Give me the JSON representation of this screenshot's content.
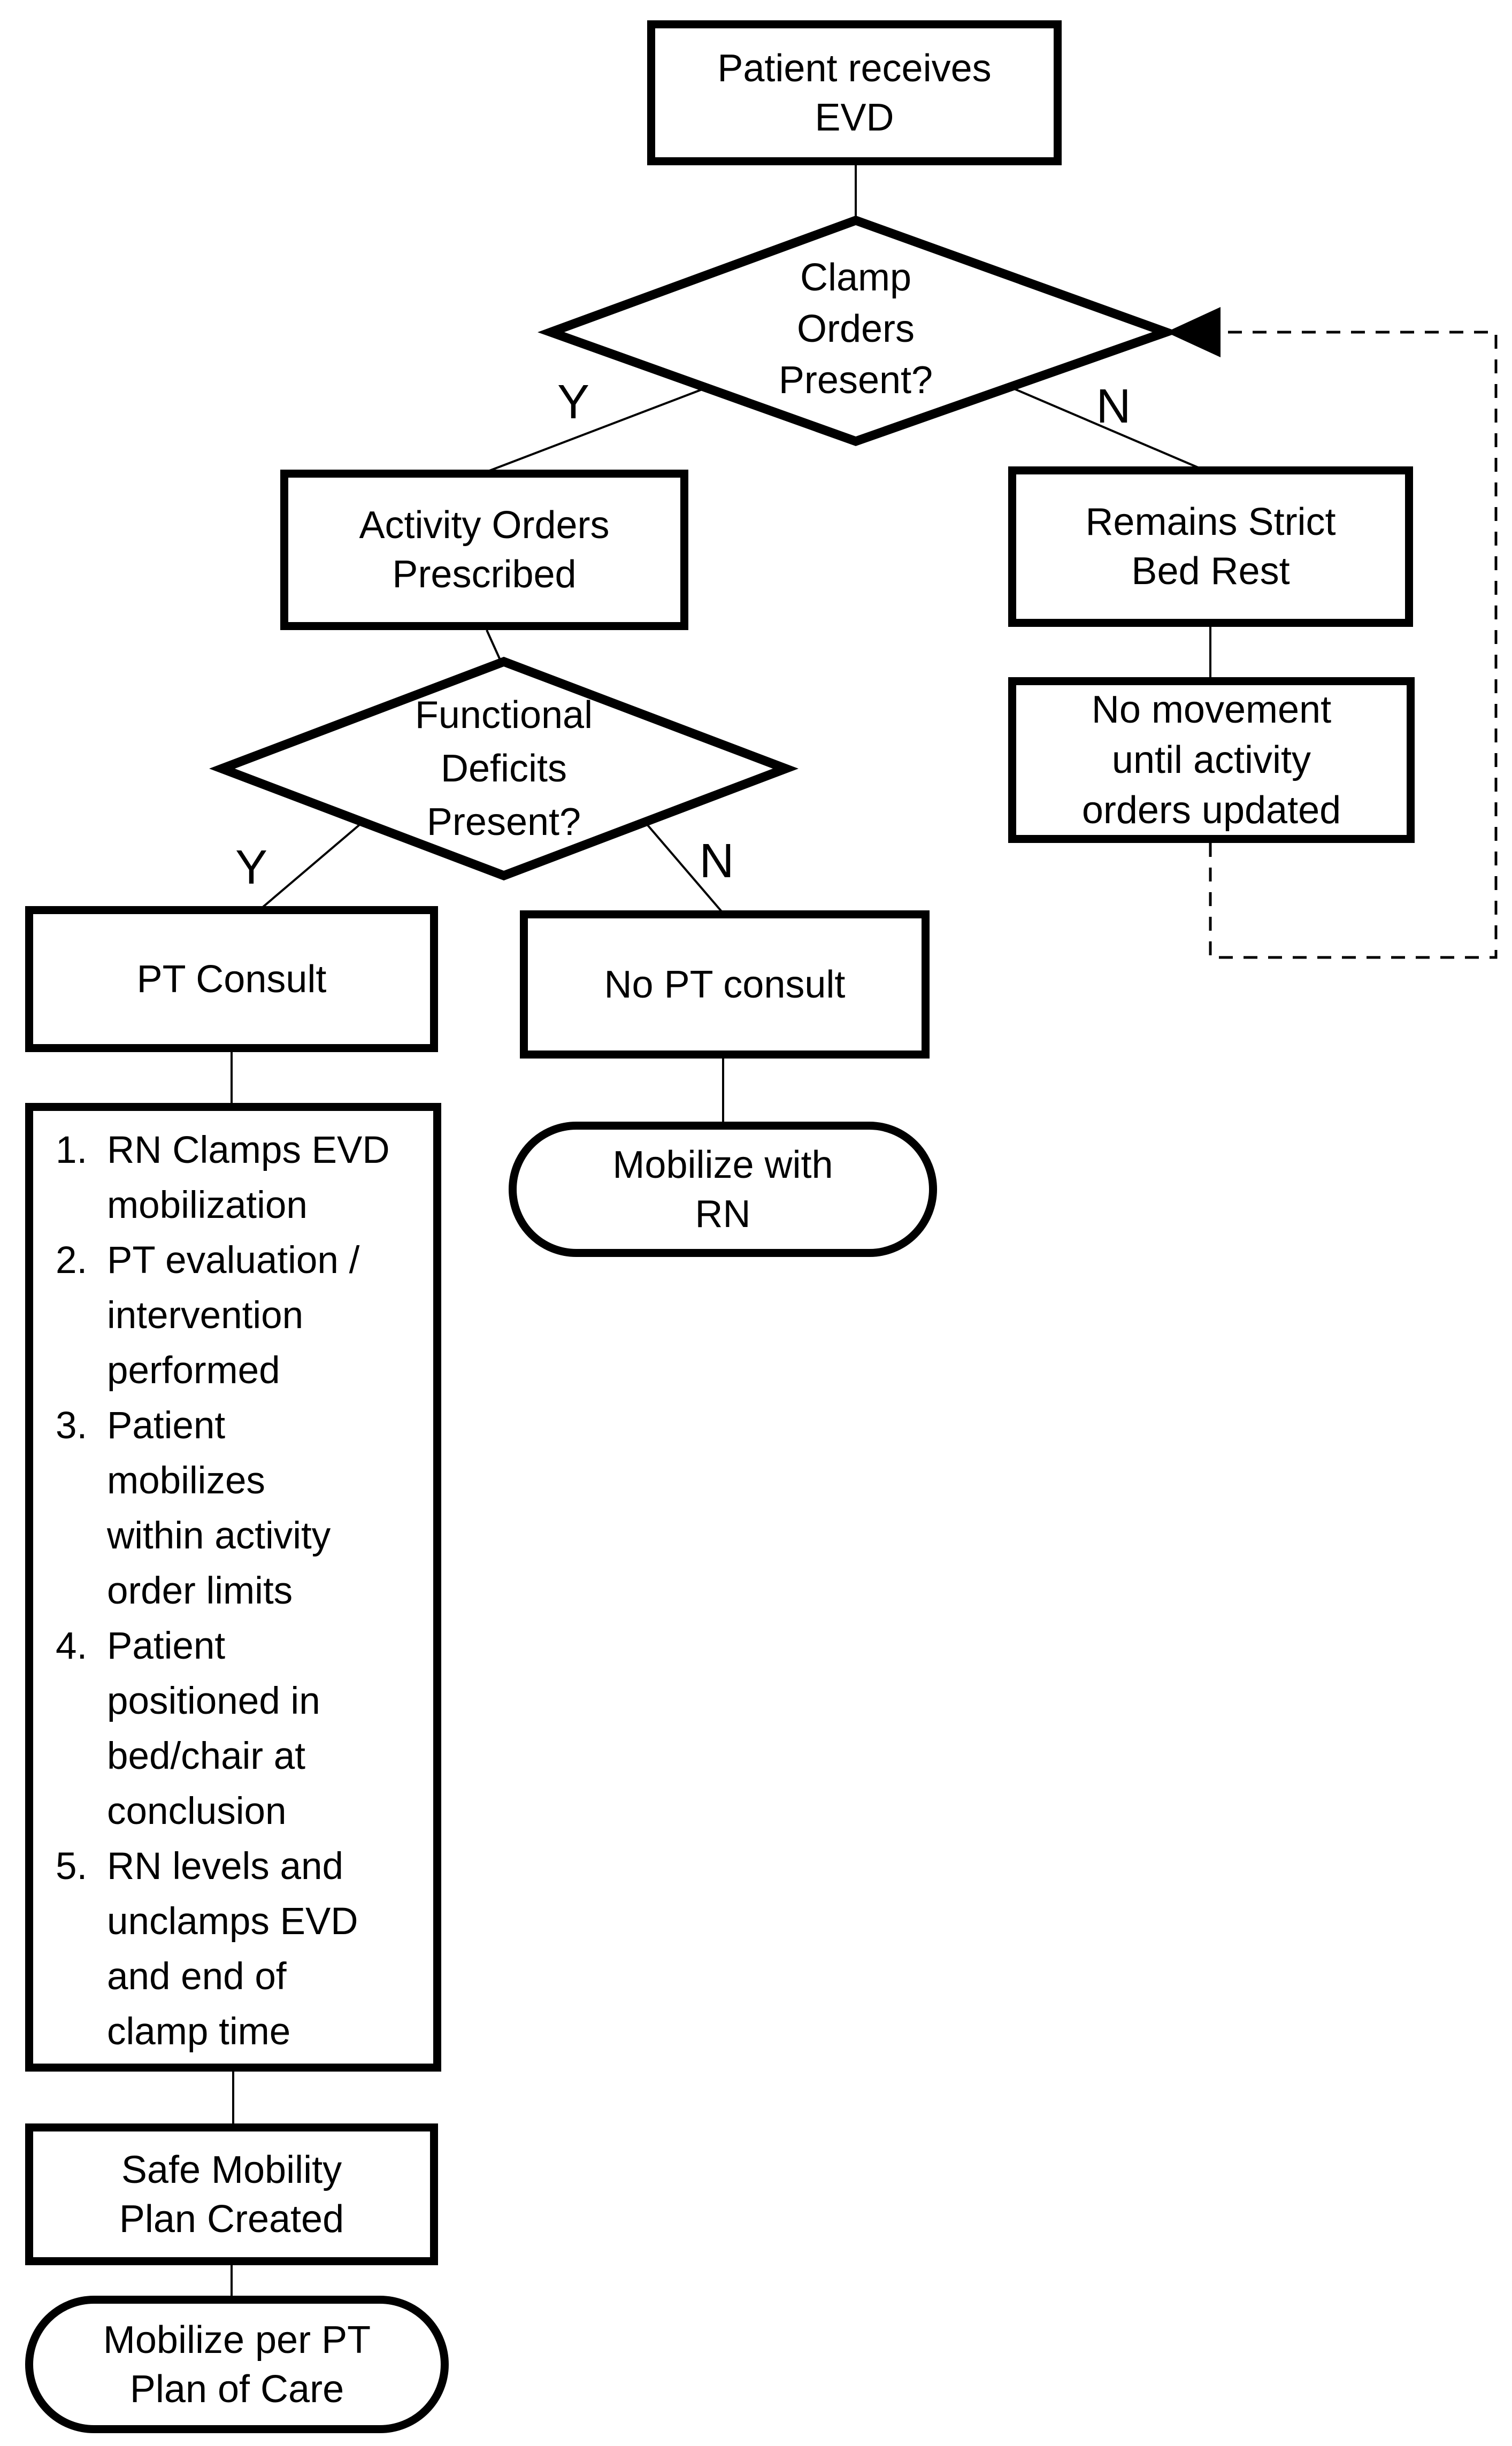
{
  "colors": {
    "ink": "#000000",
    "background": "#ffffff"
  },
  "flowchart": {
    "start": {
      "line1": "Patient receives",
      "line2": "EVD"
    },
    "decision_clamp_orders": {
      "line1": "Clamp",
      "line2": "Orders",
      "line3": "Present?",
      "yes_label": "Y",
      "no_label": "N"
    },
    "activity_orders": {
      "line1": "Activity Orders",
      "line2": "Prescribed"
    },
    "strict_bed_rest": {
      "line1": "Remains Strict",
      "line2": "Bed Rest"
    },
    "no_movement": {
      "line1": "No movement",
      "line2": "until activity",
      "line3": "orders updated"
    },
    "decision_functional_deficits": {
      "line1": "Functional",
      "line2": "Deficits",
      "line3": "Present?",
      "yes_label": "Y",
      "no_label": "N"
    },
    "pt_consult": {
      "label": "PT Consult"
    },
    "no_pt_consult": {
      "label": "No PT consult"
    },
    "mobilize_with_rn": {
      "line1": "Mobilize with",
      "line2": "RN"
    },
    "clamp_steps": {
      "items": [
        {
          "num": "1.",
          "line1": "RN Clamps EVD",
          "line2": "mobilization"
        },
        {
          "num": "2.",
          "line1": "PT evaluation /",
          "line2": "intervention",
          "line3": "performed"
        },
        {
          "num": "3.",
          "line1": "Patient",
          "line2": "mobilizes",
          "line3": "within activity",
          "line4": "order limits"
        },
        {
          "num": "4.",
          "line1": "Patient",
          "line2": "positioned in",
          "line3": "bed/chair at",
          "line4": "conclusion"
        },
        {
          "num": "5.",
          "line1": "RN levels and",
          "line2": "unclamps EVD",
          "line3": "and end of",
          "line4": "clamp time"
        }
      ]
    },
    "safe_mobility_plan": {
      "line1": "Safe Mobility",
      "line2": "Plan Created"
    },
    "mobilize_per_pt": {
      "line1": "Mobilize per PT",
      "line2": "Plan of Care"
    }
  }
}
